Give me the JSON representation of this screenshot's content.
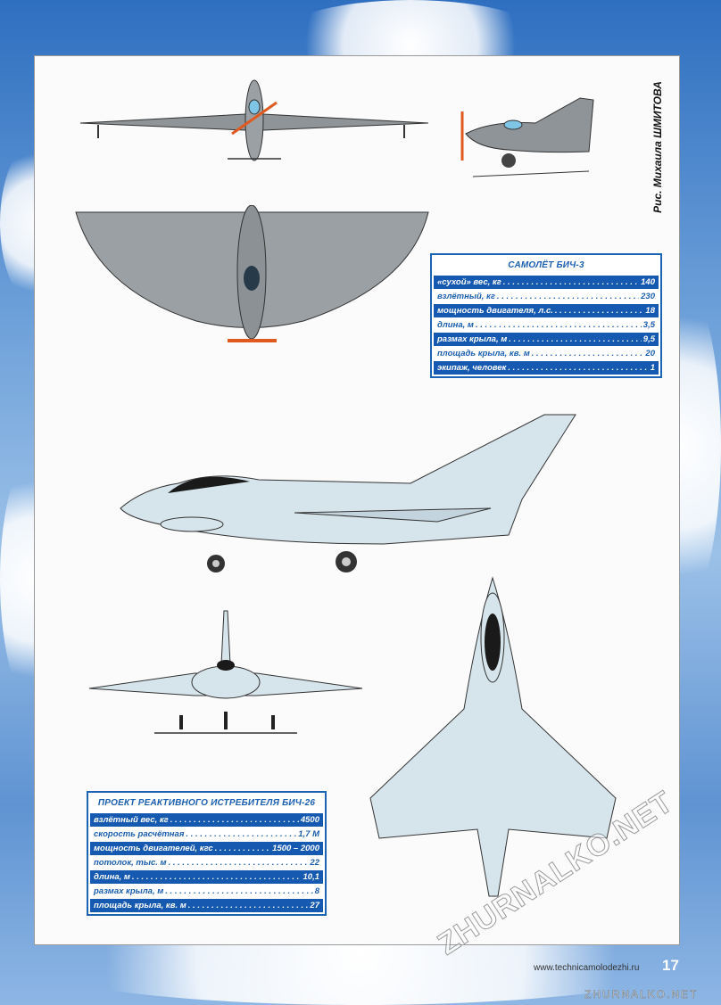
{
  "caption": "Рис. Михаила ШМИТОВА",
  "bich3": {
    "title": "САМОЛЁТ БИЧ-3",
    "rows": [
      {
        "label": "«сухой» вес, кг",
        "value": "140"
      },
      {
        "label": "взлётный, кг",
        "value": "230"
      },
      {
        "label": "мощность двигателя, л.с.",
        "value": "18"
      },
      {
        "label": "длина,  м",
        "value": "3,5"
      },
      {
        "label": "размах крыла, м",
        "value": "9,5"
      },
      {
        "label": "площадь крыла, кв. м",
        "value": "20"
      },
      {
        "label": "экипаж, человек",
        "value": "1"
      }
    ]
  },
  "bich26": {
    "title": "ПРОЕКТ РЕАКТИВНОГО ИСТРЕБИТЕЛЯ БИЧ-26",
    "rows": [
      {
        "label": "взлётный вес, кг",
        "value": "4500"
      },
      {
        "label": "скорость расчётная",
        "value": "1,7 М"
      },
      {
        "label": "мощность двигателей, кгс",
        "value": "1500 – 2000"
      },
      {
        "label": "потолок, тыс. м",
        "value": "22"
      },
      {
        "label": "длина, м",
        "value": "10,1"
      },
      {
        "label": "размах крыла, м",
        "value": "8"
      },
      {
        "label": "площадь крыла, кв. м",
        "value": "27"
      }
    ]
  },
  "footer": {
    "url": "www.technicamolodezhi.ru",
    "page": "17"
  },
  "watermark": "ZHURNALKO.NET",
  "colors": {
    "table_blue": "#1659b0",
    "aircraft_grey": "#9aa0a4",
    "jet_blue": "#d6e4ec"
  }
}
